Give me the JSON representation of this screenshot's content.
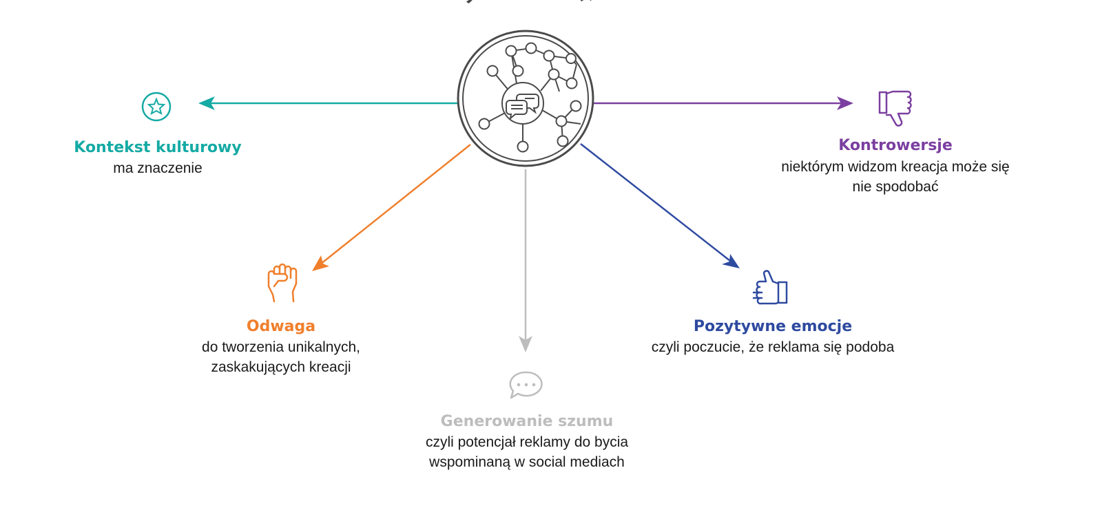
{
  "center": {
    "title": "Social Power"
  },
  "nodes": [
    {
      "id": "kontekst",
      "title": "Kontekst kulturowy",
      "lines": [
        "ma znaczenie"
      ],
      "color": "#15aaa4",
      "icon": "star-badge-icon"
    },
    {
      "id": "kontrowersje",
      "title": "Kontrowersje",
      "lines": [
        "niektórym widzom kreacja może się",
        "nie spodobać"
      ],
      "color": "#7b3fa0",
      "icon": "thumbs-down-icon"
    },
    {
      "id": "odwaga",
      "title": "Odwaga",
      "lines": [
        "do tworzenia unikalnych,",
        "zaskakujących kreacji"
      ],
      "color": "#f07f2c",
      "icon": "raised-fist-icon"
    },
    {
      "id": "pozytywne",
      "title": "Pozytywne emocje",
      "lines": [
        "czyli poczucie, że reklama się podoba"
      ],
      "color": "#2e4aa0",
      "icon": "thumbs-up-icon"
    },
    {
      "id": "szum",
      "title": "Generowanie szumu",
      "lines": [
        "czyli potencjał reklamy do bycia",
        "wspominaną w social mediach"
      ],
      "color": "#bdbdbd",
      "icon": "speech-bubble-icon"
    }
  ]
}
